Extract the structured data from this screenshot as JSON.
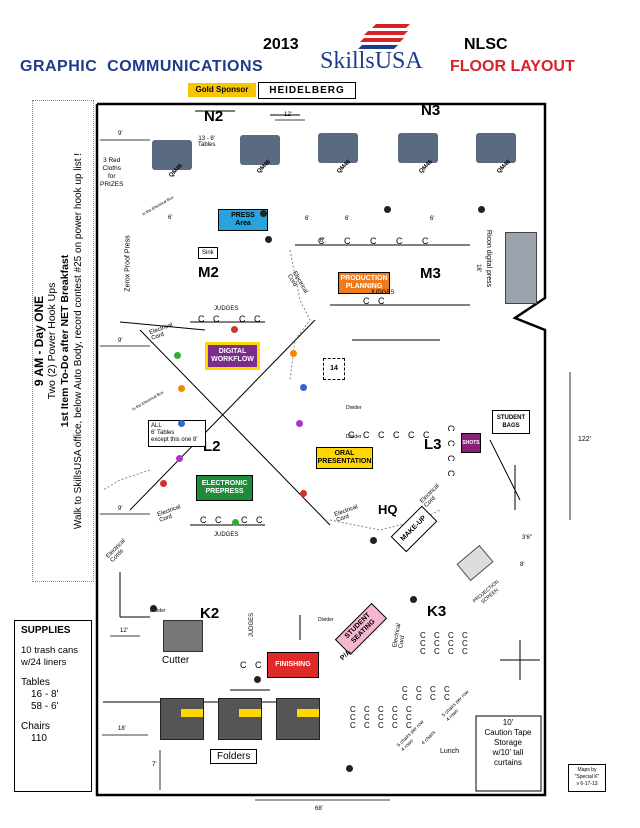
{
  "header": {
    "year": "2013",
    "left_title": "GRAPHIC  COMMUNICATIONS",
    "logo_text": "SkillsUSA",
    "nlsc": "NLSC",
    "right_title": "FLOOR LAYOUT",
    "sponsor_label": "Gold Sponsor",
    "sponsor_name": "HEIDELBERG"
  },
  "sidebar_note": {
    "line1": "9 AM - Day ONE",
    "line2": "Two (2) Power Hook Ups",
    "line3": "1st Item To-Do after NET Breakfast",
    "line4": "Walk to SkillsUSA office, below Auto Body, record contest #25 on power hook up list !"
  },
  "zones": {
    "n2": "N2",
    "n3": "N3",
    "m2": "M2",
    "m3": "M3",
    "l2": "L2",
    "l3": "L3",
    "k2": "K2",
    "k3": "K3",
    "hq": "HQ"
  },
  "areas": {
    "press": "PRESS\nArea",
    "production_planning": "PRODUCTION\nPLANNING",
    "digital_workflow": "DIGITAL\nWORKFLOW",
    "oral_presentation": "ORAL\nPRESENTATION",
    "electronic_prepress": "ELECTRONIC\nPREPRESS",
    "make_up": "MAKE-UP",
    "student_seating": "STUDENT\nSEATING",
    "finishing": "FINISHING",
    "shots": "SHOTS",
    "student_bags": "STUDENT\nBAGS",
    "judges_room": "14"
  },
  "labels": {
    "tables_13_8": "13 - 8'\nTables",
    "red_cloths": "3 Red\nCloths\nfor\nPRIZES",
    "sink": "Sink",
    "zerox": "Zerox Proof Press",
    "ricoh": "Ricon digital press",
    "judges": "JUDGES",
    "electrical_cord": "Electrical\nCord",
    "electrical_cords": "Electrical\nCords",
    "in_the_electrical_box": "In the Electrical Box",
    "all_tables": "ALL\n6' Tables\nexcept this one 8'",
    "divider": "Divider",
    "cutter": "Cutter",
    "folders": "Folders",
    "projection_screen": "PROJECTION\nSCREEN",
    "lunch": "Lunch",
    "caution_tape": "10'\nCaution Tape\nStorage\nw/10' tall\ncurtains",
    "maps_by": "Maps by\n\"Special K\"\nv 6-17-13",
    "qm46": "QM46",
    "chairs_per_row_5": "5 chairs per row\n4 rows",
    "chairs_4": "4 chairs",
    "p_a": "P/A"
  },
  "dimensions": {
    "d9": "9'",
    "d12": "12'",
    "d6": "6'",
    "d18": "18'",
    "d122": "122'",
    "d36": "3'6\"",
    "d8": "8'",
    "d7": "7'",
    "d68": "68'"
  },
  "supplies": {
    "title": "SUPPLIES",
    "trash": "10 trash cans\nw/24 liners",
    "tables_label": "Tables",
    "tables_8": "16 - 8'",
    "tables_6": "58 - 6'",
    "chairs_label": "Chairs",
    "chairs_count": "110"
  },
  "colors": {
    "title_blue": "#1f3a8a",
    "title_red": "#d8222a",
    "press_blue": "#29a3dd",
    "planning_orange": "#f07b1d",
    "workflow_purple": "#7b2d8e",
    "oral_yellow": "#ffd700",
    "prepress_green": "#1e8c3a",
    "seating_pink": "#f5b6cf",
    "finishing_red": "#e02a2a",
    "sponsor_yellow": "#f7c600",
    "shots_purple": "#8a1f7a"
  }
}
